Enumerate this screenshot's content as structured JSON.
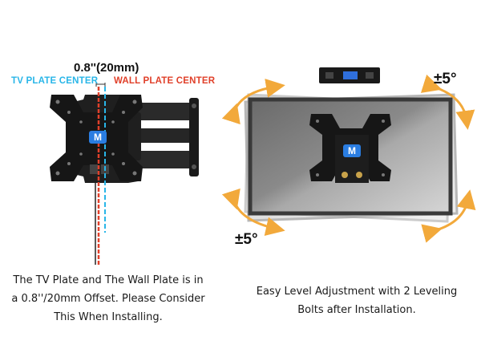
{
  "left_panel": {
    "offset_label": "0.8''(20mm)",
    "tv_plate_center_label": "TV PLATE CENTER",
    "wall_plate_center_label": "WALL PLATE CENTER",
    "caption_lines": [
      "The TV Plate and The Wall Plate is in",
      "a 0.8''/20mm Offset. Please Consider",
      "This When Installing."
    ],
    "logo_text": "M"
  },
  "right_panel": {
    "tilt_top_label": "±5°",
    "tilt_bottom_label": "±5°",
    "caption_lines": [
      "Easy Level Adjustment with 2 Leveling",
      "Bolts after Installation."
    ],
    "logo_text": "M"
  },
  "colors": {
    "tv_center_line": "#29b6e8",
    "wall_center_line": "#e0402a",
    "arrow": "#f2a93b",
    "mount": "#1c1c1c"
  }
}
